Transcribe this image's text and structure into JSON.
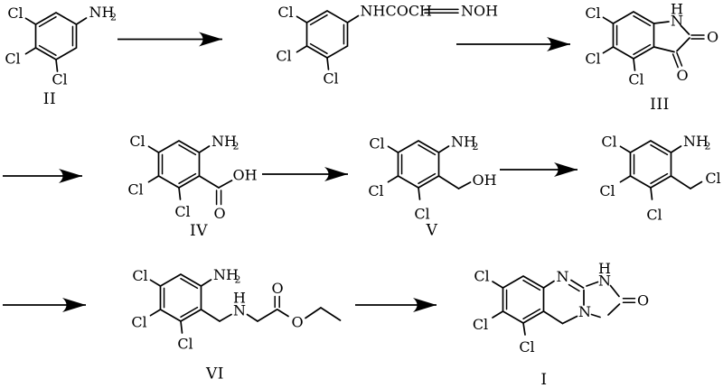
{
  "figure": {
    "background": "#ffffff",
    "ink": "#000000"
  },
  "atoms": {
    "cl": "Cl",
    "nh": "NH",
    "sub2": "2",
    "n": "N",
    "h": "H",
    "o": "O",
    "oh": "OH",
    "chain_left": "NHCOCH",
    "chain_right": "NOH"
  },
  "compound_labels": {
    "i": "I",
    "ii": "II",
    "iii": "III",
    "iv": "IV",
    "v": "V",
    "vi": "VI"
  }
}
